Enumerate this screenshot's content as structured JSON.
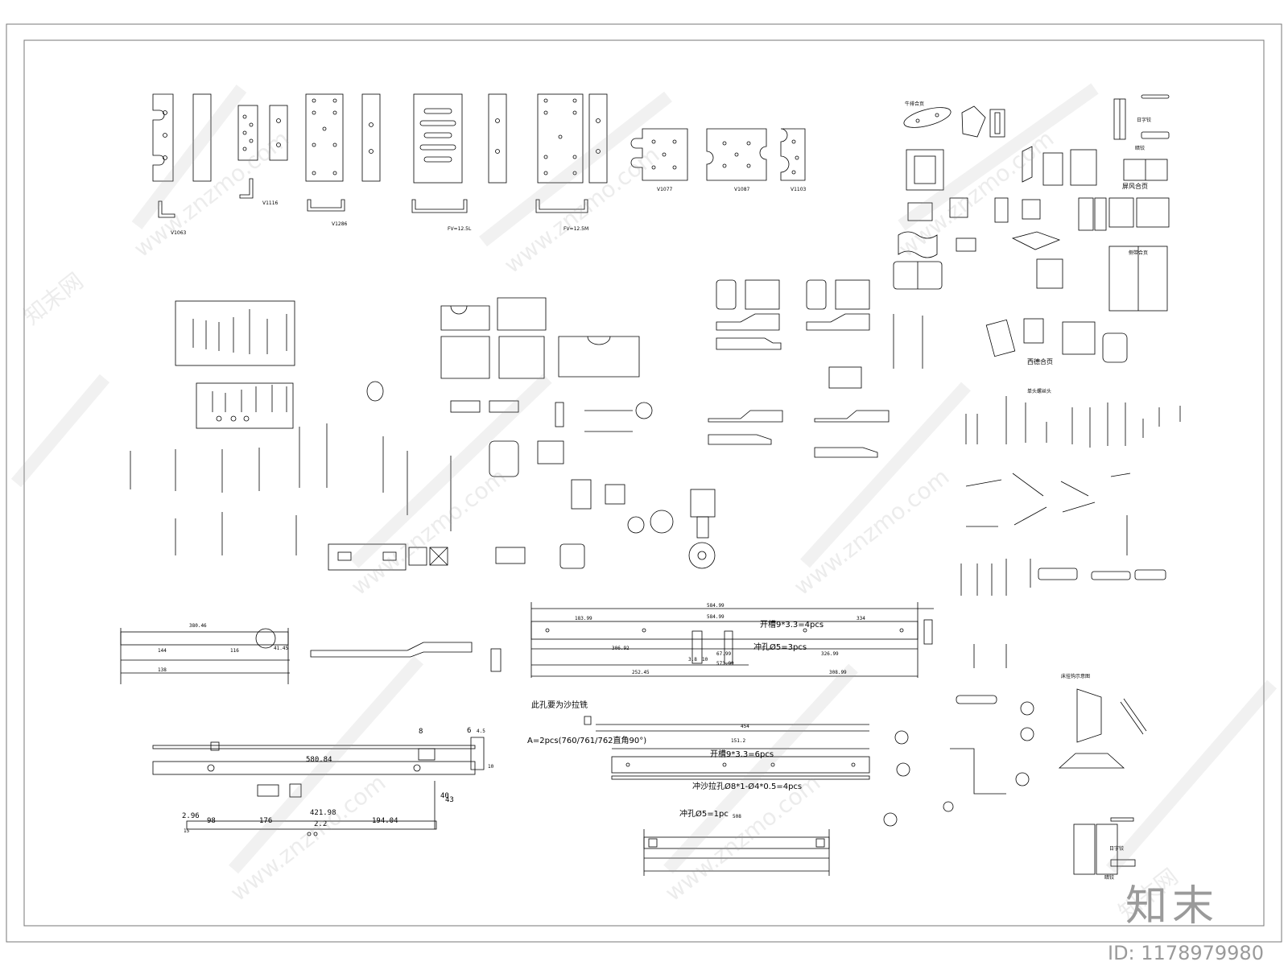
{
  "drawing": {
    "labels": {
      "v1063": "V1063",
      "v1116": "V1116",
      "v1286": "V1286",
      "fv125l": "FV=12.5L",
      "fv125m": "FV=12.5M",
      "v1077": "V1077",
      "v1087": "V1087",
      "v1103": "V1103",
      "hinge_group": "牛排合页",
      "rizijiao_top": "日字铰",
      "anjiao_top": "暗铰",
      "screen_hinge": "屏风合页",
      "side_hinge": "侧带合页",
      "xide_hinge": "西德合页",
      "single_screw": "单头螺丝头",
      "bed_hanger": "床挂钩示意图",
      "rizijiao_bottom": "日字铰",
      "anjiao_bottom": "暗铰"
    },
    "notes": {
      "slot1": "开槽9*3.3=4pcs",
      "punch1": "冲孔Ø5=3pcs",
      "sofa_hole": "此孔要为沙拉铣",
      "spec": "A=2pcs(760/761/762直角90°)",
      "slot2": "开槽9*3.3=6pcs",
      "punch2": "冲沙拉孔Ø8*1-Ø4*0.5=4pcs",
      "punch3": "冲孔Ø5=1pc"
    },
    "dims": {
      "d1": "584.99",
      "d2": "584.99",
      "d3": "183.99",
      "d4": "334",
      "d5": "306.92",
      "d6": "67.99",
      "d7": "573.99",
      "d8": "326.99",
      "d9": "252.45",
      "d10": "308.99",
      "d11": "3.8",
      "d12": "10",
      "d13": "580.84",
      "d14": "421.98",
      "d15": "176",
      "d16": "194.04",
      "d17": "2.96",
      "d18": "98",
      "d19": "8",
      "d20": "6",
      "d21": "4.5",
      "d22": "10",
      "d23": "43",
      "d24": "40",
      "d25": "15",
      "d26": "2.2",
      "d27": "454",
      "d28": "151.2",
      "d29": "508",
      "d30": "380.46",
      "d31": "144",
      "d32": "116",
      "d33": "41.45",
      "d34": "138"
    }
  },
  "watermark": {
    "logo": "知末",
    "id": "ID: 1178979980",
    "site": "www.znzmo.com",
    "brand": "知末网"
  },
  "colors": {
    "line": "#000000",
    "frame": "#777777",
    "watermark": "#9a9a9a"
  }
}
